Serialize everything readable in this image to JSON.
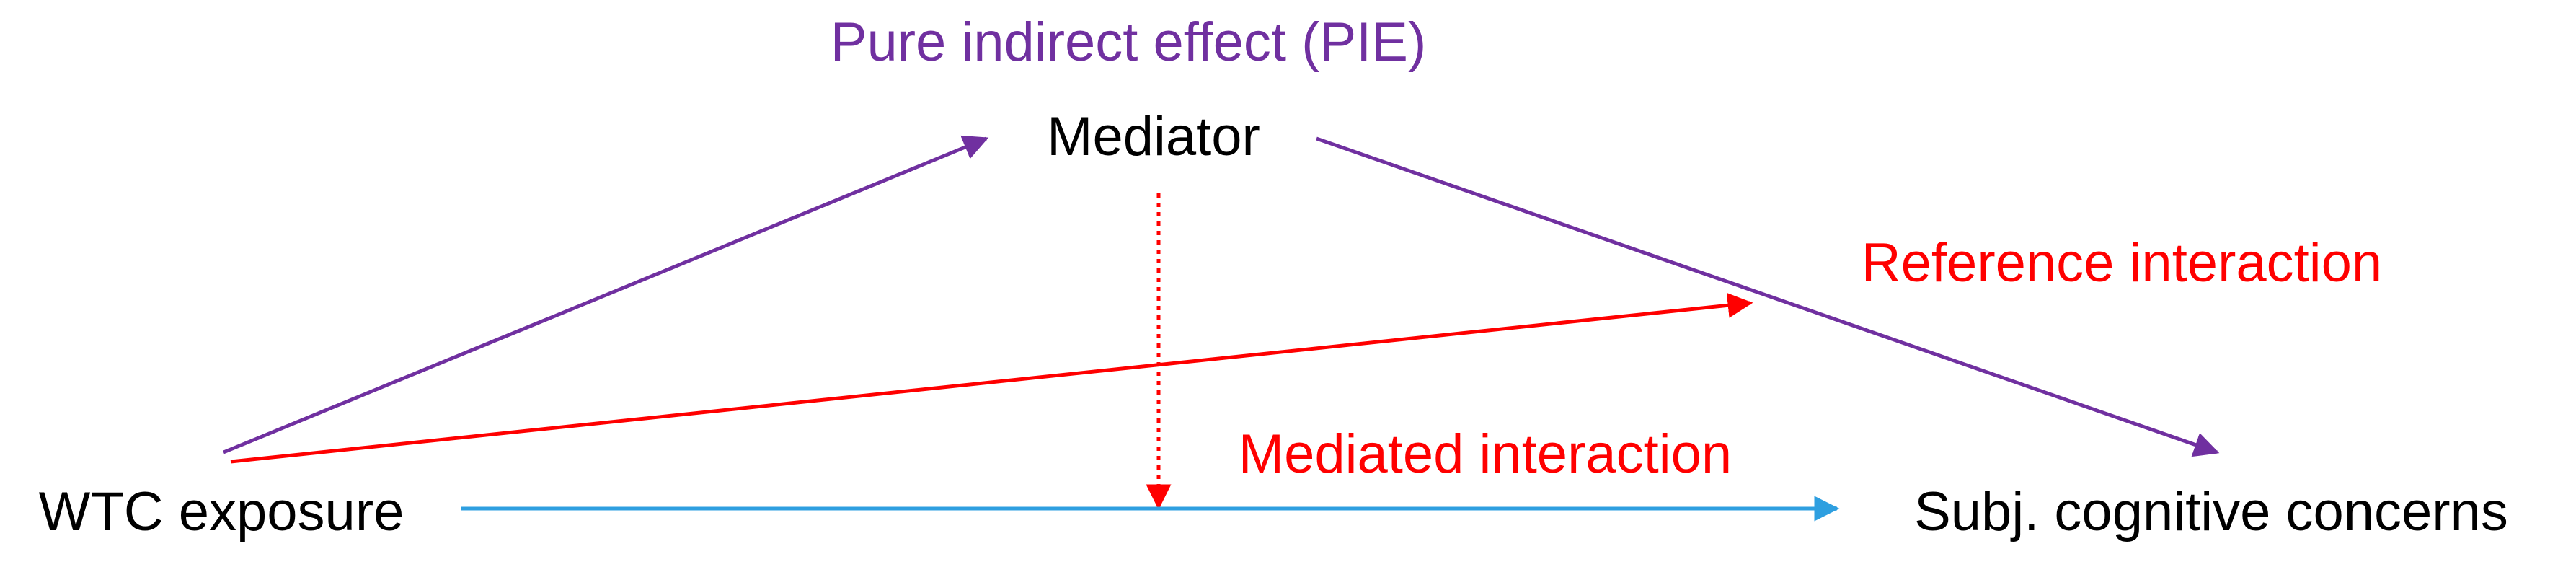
{
  "nodes": {
    "mediator": "Mediator",
    "exposure": "WTC exposure",
    "outcome": "Subj. cognitive concerns"
  },
  "labels": {
    "pie": "Pure indirect effect (PIE)",
    "reference_interaction": "Reference interaction",
    "mediated_interaction": "Mediated interaction"
  },
  "colors": {
    "purple": "#7030A0",
    "red": "#FF0000",
    "blue": "#2E9FE0",
    "black": "#000000"
  }
}
